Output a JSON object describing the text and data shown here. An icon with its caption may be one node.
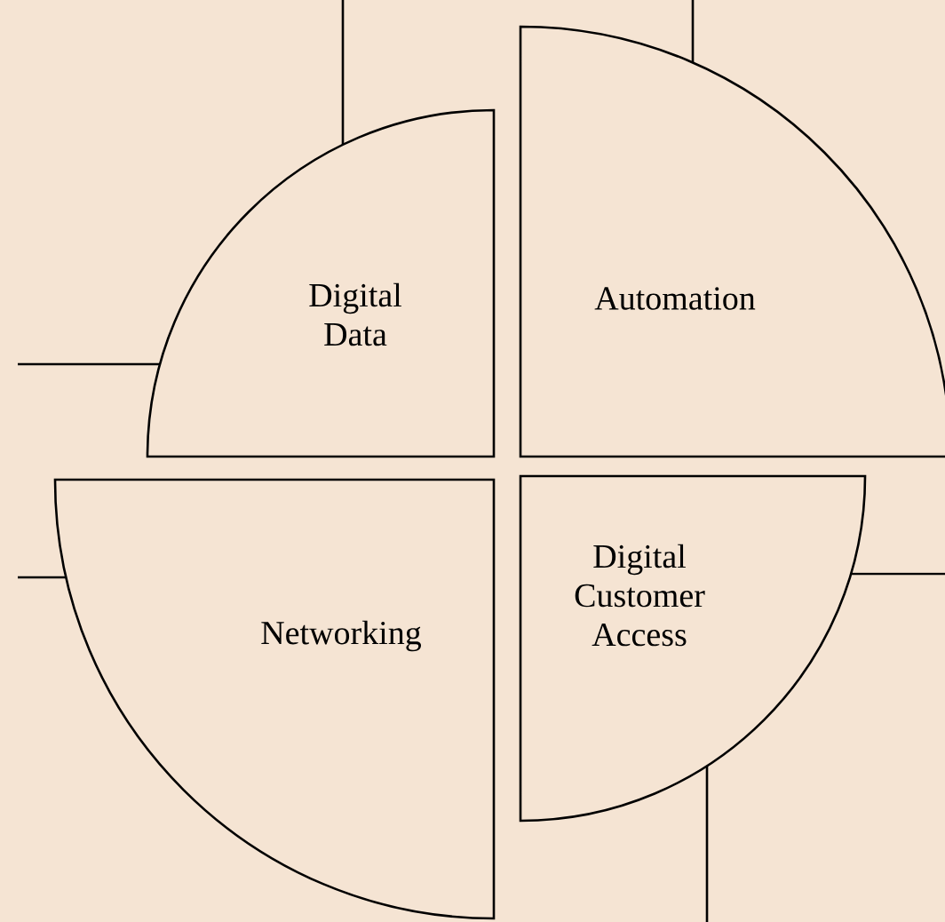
{
  "diagram": {
    "nodes": [
      {
        "text": [
          "Digital Data"
        ]
      },
      {
        "text": [
          "Automation"
        ]
      },
      {
        "text": [
          "Networking"
        ]
      },
      {
        "text": [
          "Digital Customer Access"
        ]
      }
    ]
  }
}
